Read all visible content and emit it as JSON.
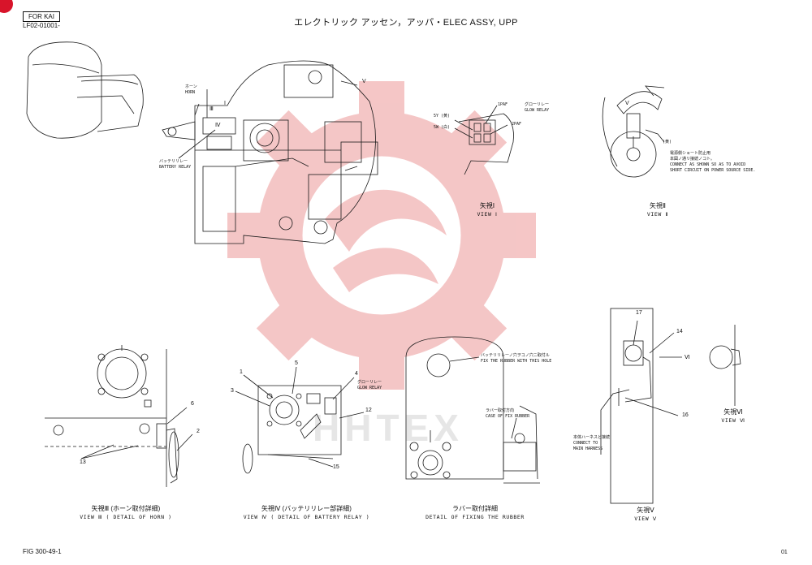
{
  "header": {
    "tag": "FOR KAI",
    "code": "LF02-01001-",
    "title": "エレクトリック アッセン，アッパ・ELEC ASSY, UPP"
  },
  "footer": {
    "figure": "FIG 300-49-1",
    "page": "01"
  },
  "main_view": {
    "horn_jp": "ホーン",
    "horn_en": "HORN",
    "battery_relay_jp": "バッテリリレー",
    "battery_relay_en": "BATTERY RELAY",
    "arrow_v": "V",
    "roman_1": "I",
    "roman_3": "Ⅲ",
    "roman_4": "Ⅳ"
  },
  "view_1": {
    "caption_jp": "矢視Ⅰ",
    "caption_en": "VIEW Ⅰ",
    "paf1": "1PAF",
    "paf2": "2PAF",
    "sy": "5Y (黄)",
    "sw": "5W (白)",
    "glow_jp": "グローリレー",
    "glow_en": "GLOW RELAY"
  },
  "view_2": {
    "caption_jp": "矢視Ⅱ",
    "caption_en": "VIEW Ⅱ",
    "arrow": "V",
    "wire_note": "(黄)",
    "note_jp1": "電源側ショート防止用",
    "note_jp2": "本図ノ通リ接続ノコト。",
    "note_en1": "CONNECT AS SHOWN SO AS TO AVOID",
    "note_en2": "SHORT CIRCUIT ON POWER SOURCE SIDE."
  },
  "view_3": {
    "caption_jp": "矢視Ⅲ (ホーン取付詳細)",
    "caption_en": "VIEW Ⅲ ( DETAIL OF HORN )",
    "part_6": "6",
    "part_2": "2",
    "part_13": "13"
  },
  "view_4": {
    "caption_jp": "矢視Ⅳ (バッテリリレー部詳細)",
    "caption_en": "VIEW Ⅳ ( DETAIL OF BATTERY RELAY )",
    "part_1": "1",
    "part_3": "3",
    "part_5": "5",
    "part_4": "4",
    "part_12": "12",
    "part_15": "15",
    "glow_jp": "グローリレー",
    "glow_en": "GLOW RELAY"
  },
  "rubber": {
    "caption_jp": "ラバー取付詳細",
    "caption_en": "DETAIL OF FIXING THE RUBBER",
    "hole_jp": "バッテリリレーノ穴ヲコノ穴ニ取付ル",
    "hole_en": "FIX THE RUBBER WITH THIS HOLE",
    "case_jp": "ラバー取付方向",
    "case_en": "CASE OF FIX RUBBER"
  },
  "view_5": {
    "caption_jp": "矢視Ⅴ",
    "caption_en": "VIEW Ⅴ",
    "part_17": "17",
    "part_14": "14",
    "part_16": "16",
    "arrow_6": "Ⅵ",
    "main_jp": "本体ハーネスと接続",
    "main_en1": "CONNECT TO",
    "main_en2": "MAIN HARNESS"
  },
  "view_6": {
    "caption_jp": "矢視Ⅵ",
    "caption_en": "VIEW Ⅵ"
  },
  "watermark": {
    "text": "HHTEX"
  },
  "colors": {
    "watermark": "#f1b3b3",
    "badge": "#d8142a",
    "line": "#1a1a1a"
  }
}
